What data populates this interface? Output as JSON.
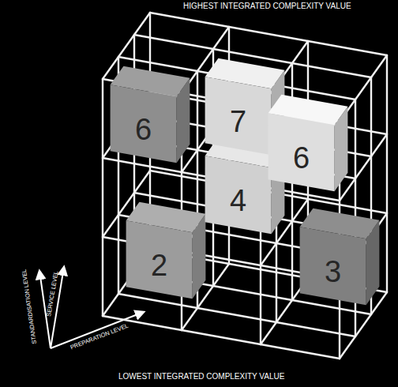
{
  "diagram": {
    "nodes": [
      {
        "text": [
          "6"
        ]
      },
      {
        "text": [
          "7"
        ]
      },
      {
        "text": [
          "6"
        ]
      },
      {
        "text": [
          "4"
        ]
      },
      {
        "text": [
          "2"
        ]
      },
      {
        "text": [
          "3"
        ]
      }
    ],
    "labels": [
      "HIGHEST INTEGRATED COMPLEXITY VALUE",
      "LOWEST INTEGRATED COMPLEXITY VALUE",
      "STANDARDISATION LEVEL",
      "SERVICE LEVEL",
      "PREPARATION LEVEL"
    ]
  }
}
